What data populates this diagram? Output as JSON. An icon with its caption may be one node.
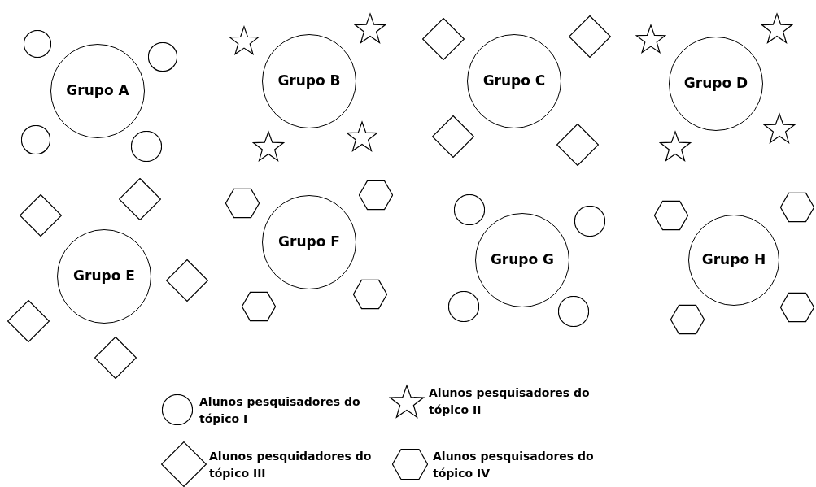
{
  "diagram": {
    "nodes": [
      {
        "text": [
          "Grupo A"
        ]
      },
      {
        "text": [
          "Grupo B"
        ]
      },
      {
        "text": [
          "Grupo C"
        ]
      },
      {
        "text": [
          "Grupo D"
        ]
      },
      {
        "text": [
          "Grupo E"
        ]
      },
      {
        "text": [
          "Grupo F"
        ]
      },
      {
        "text": [
          "Grupo G"
        ]
      },
      {
        "text": [
          "Grupo H"
        ]
      },
      {
        "text": [],
        "shape": "circle"
      },
      {
        "text": [],
        "shape": "circle"
      },
      {
        "text": [],
        "shape": "circle"
      },
      {
        "text": [],
        "shape": "circle"
      },
      {
        "text": [],
        "shape": "star"
      },
      {
        "text": [],
        "shape": "star"
      },
      {
        "text": [],
        "shape": "star"
      },
      {
        "text": [],
        "shape": "star"
      },
      {
        "text": [],
        "shape": "diamond"
      },
      {
        "text": [],
        "shape": "diamond"
      },
      {
        "text": [],
        "shape": "diamond"
      },
      {
        "text": [],
        "shape": "diamond"
      },
      {
        "text": [],
        "shape": "star"
      },
      {
        "text": [],
        "shape": "star"
      },
      {
        "text": [],
        "shape": "star"
      },
      {
        "text": [],
        "shape": "star"
      },
      {
        "text": [],
        "shape": "diamond"
      },
      {
        "text": [],
        "shape": "diamond"
      },
      {
        "text": [],
        "shape": "diamond"
      },
      {
        "text": [],
        "shape": "diamond"
      },
      {
        "text": [],
        "shape": "diamond"
      },
      {
        "text": [],
        "shape": "hexagon"
      },
      {
        "text": [],
        "shape": "hexagon"
      },
      {
        "text": [],
        "shape": "hexagon"
      },
      {
        "text": [],
        "shape": "hexagon"
      },
      {
        "text": [],
        "shape": "circle"
      },
      {
        "text": [],
        "shape": "circle"
      },
      {
        "text": [],
        "shape": "circle"
      },
      {
        "text": [],
        "shape": "circle"
      },
      {
        "text": [],
        "shape": "hexagon"
      },
      {
        "text": [],
        "shape": "hexagon"
      },
      {
        "text": [],
        "shape": "hexagon"
      },
      {
        "text": [],
        "shape": "hexagon"
      }
    ],
    "legend": [
      {
        "text": "Alunos pesquisadores do tópico I"
      },
      {
        "text": "Alunos pesquisadores do tópico II"
      },
      {
        "text": "Alunos pesquidadores do tópico III"
      },
      {
        "text": "Alunos pesquisadores do tópico IV"
      }
    ]
  }
}
